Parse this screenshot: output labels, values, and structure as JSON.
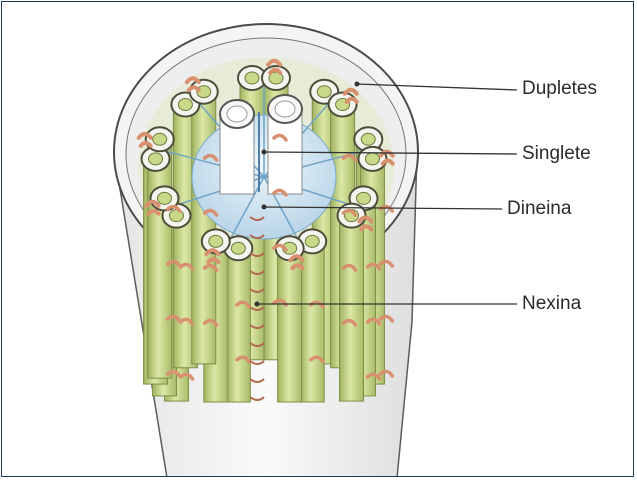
{
  "labels": {
    "dupletes": "Dupletes",
    "singlete": "Singlete",
    "dineina": "Dineina",
    "nexina": "Nexina"
  },
  "colors": {
    "frame_border": "#1f3a5c",
    "membrane": "#f2f2f2",
    "tubule": "#c9d98a",
    "tubule_shadow": "#8fa354",
    "dynein_arm": "#d8906f",
    "spoke": "#6fa3c8",
    "leader_line": "#333333"
  }
}
